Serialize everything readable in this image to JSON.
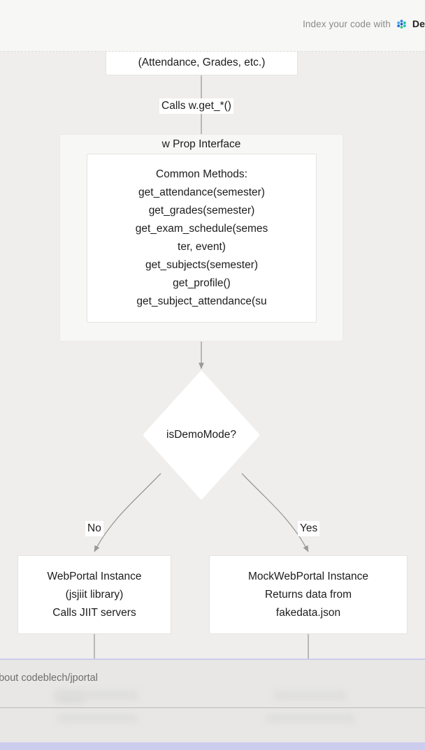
{
  "header": {
    "index_label": "Index your code with",
    "brand_name": "De",
    "brand_icon": "deepwiki-cluster-icon",
    "background": "#f7f7f6"
  },
  "diagram": {
    "type": "flowchart",
    "nodes": [
      {
        "id": "data-request",
        "kind": "box",
        "lines": [
          "(Attendance, Grades, etc.)"
        ]
      },
      {
        "id": "common-methods",
        "kind": "box",
        "lines": [
          "Common Methods:",
          "get_attendance(semester)",
          "get_grades(semester)",
          "get_exam_schedule(semes",
          "ter, event)",
          "get_subjects(semester)",
          "get_profile()",
          "get_subject_attendance(su"
        ]
      },
      {
        "id": "is-demo-mode",
        "kind": "diamond",
        "label": "isDemoMode?"
      },
      {
        "id": "webportal",
        "kind": "box",
        "lines": [
          "WebPortal Instance",
          "(jsjiit library)",
          "Calls JIIT servers"
        ]
      },
      {
        "id": "mockportal",
        "kind": "box",
        "lines": [
          "MockWebPortal Instance",
          "Returns data from",
          "fakedata.json"
        ]
      }
    ],
    "subgraph_title": "w Prop Interface",
    "edge_labels": {
      "calls_get": "Calls w.get_*()",
      "no": "No",
      "yes": "Yes"
    },
    "colors": {
      "canvas": "#efeeec",
      "node_fill": "#ffffff",
      "node_border": "#e4e3e1",
      "subgraph_fill": "#f7f7f6",
      "edge_stroke": "#9a9a98",
      "text": "#1c1c1c"
    }
  },
  "bottom_overlay": {
    "title": "about codeblech/jportal",
    "accent": "#ccccee",
    "background": "#e7e6e5"
  }
}
